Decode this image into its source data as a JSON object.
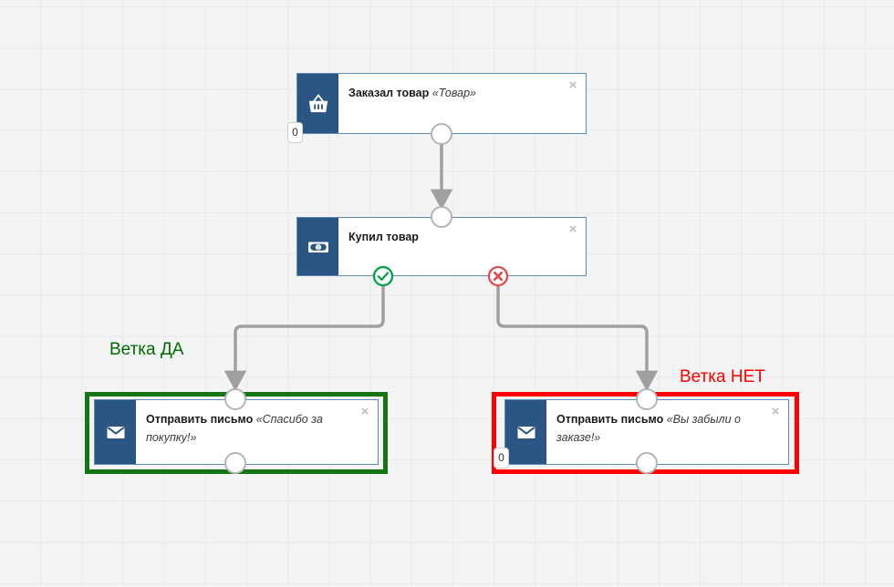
{
  "canvas": {
    "background_color": "#f4f4f4",
    "grid_color": "#e9e9e9",
    "accent_color": "#2b5683",
    "yes_color": "#137513",
    "no_color": "#fe0000",
    "wire_color": "#a0a0a0"
  },
  "nodes": [
    {
      "id": "ordered-goods",
      "icon": "shopping-basket-icon",
      "title": "Заказал товар",
      "subtitle": "«Товар»",
      "close_label": "×",
      "badge": "0"
    },
    {
      "id": "bought-goods",
      "icon": "banknote-icon",
      "title": "Купил товар",
      "subtitle": "",
      "close_label": "×",
      "badge": ""
    },
    {
      "id": "send-email-thanks",
      "icon": "envelope-icon",
      "title": "Отправить письмо",
      "subtitle": "«Спасибо за покупку!»",
      "close_label": "×",
      "badge": ""
    },
    {
      "id": "send-email-forgot",
      "icon": "envelope-icon",
      "title": "Отправить письмо",
      "subtitle": "«Вы забыли о заказе!»",
      "close_label": "×",
      "badge": "0"
    }
  ],
  "annotations": [
    {
      "id": "yes-branch",
      "text": "Ветка ДА",
      "color": "#006900"
    },
    {
      "id": "no-branch",
      "text": "Ветка НЕТ",
      "color": "#ff0000"
    }
  ],
  "ports": {
    "success_icon": "check-circle-icon",
    "failure_icon": "x-circle-icon"
  }
}
